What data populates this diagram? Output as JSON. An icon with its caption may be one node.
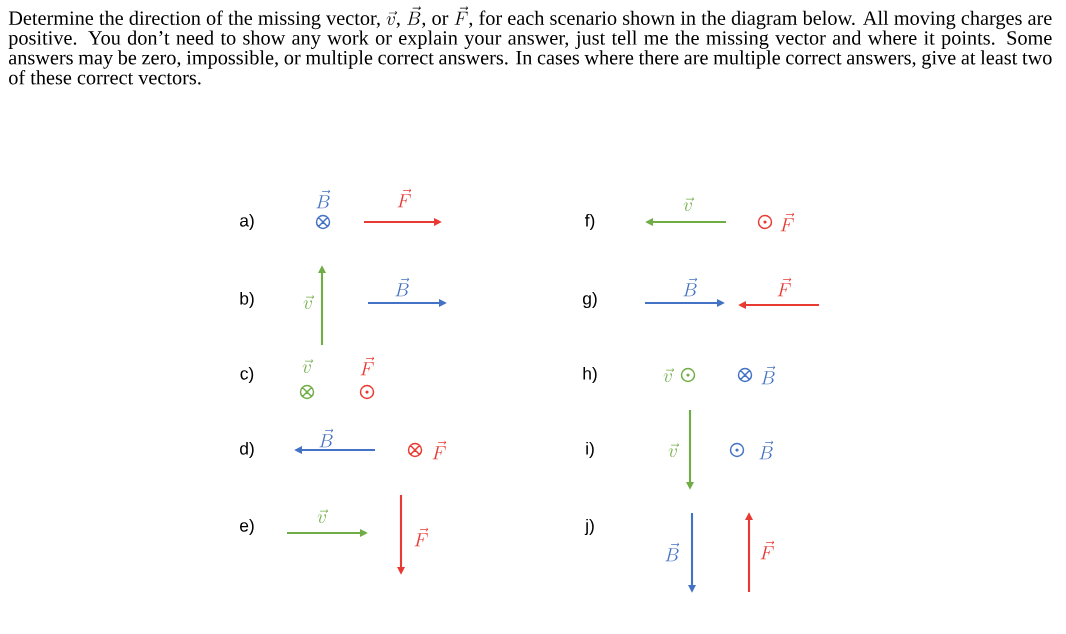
{
  "diagram": {
    "labels": [
      "Determine the direction of the missing vector,",
      "\\vec{v}",
      ",",
      "\\vec{B}",
      ", or",
      "\\vec{F}",
      ", for each scenario shown in the diagram below. All moving charges are positive. You don’t need to show any work or explain your answer, just tell me the missing vector and where it points. Some answers may be zero, impossible, or multiple correct answers. In cases where there are multiple correct answers, give at least two of these correct vectors.",
      "a)",
      "\\vec{B}",
      "\\vec{F}",
      "f)",
      "\\vec{v}",
      "\\vec{F}",
      "b)",
      "\\vec{v}",
      "\\vec{B}",
      "g)",
      "\\vec{B}",
      "\\vec{F}",
      "c)",
      "\\vec{v}",
      "\\vec{F}",
      "h)",
      "\\vec{v}",
      "\\vec{B}",
      "d)",
      "\\vec{B}",
      "\\vec{F}",
      "i)",
      "\\vec{v}",
      "\\vec{B}",
      "e)",
      "\\vec{v}",
      "\\vec{F}",
      "j)",
      "\\vec{B}",
      "\\vec{F}"
    ]
  }
}
